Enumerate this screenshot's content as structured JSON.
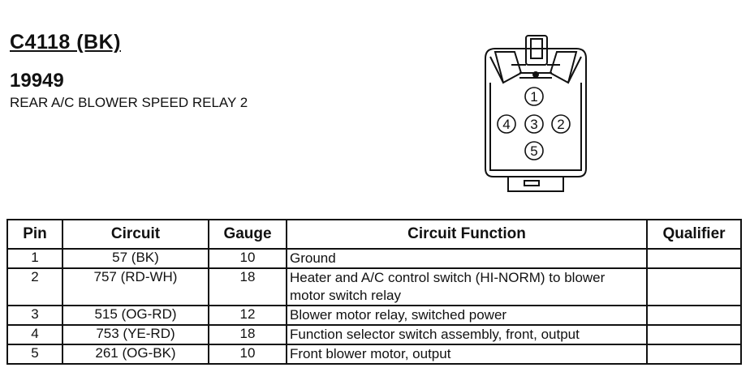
{
  "connector": {
    "id": "C4118 (BK)",
    "part_number": "19949",
    "description": "REAR A/C BLOWER SPEED RELAY 2"
  },
  "diagram": {
    "pins": [
      "1",
      "2",
      "3",
      "4",
      "5"
    ]
  },
  "table": {
    "headers": {
      "pin": "Pin",
      "circuit": "Circuit",
      "gauge": "Gauge",
      "function": "Circuit Function",
      "qualifier": "Qualifier"
    },
    "rows": [
      {
        "pin": "1",
        "circuit": "57 (BK)",
        "gauge": "10",
        "function": "Ground",
        "qualifier": ""
      },
      {
        "pin": "2",
        "circuit": "757 (RD-WH)",
        "gauge": "18",
        "function": "Heater and A/C control switch (HI-NORM) to blower motor switch relay",
        "qualifier": ""
      },
      {
        "pin": "3",
        "circuit": "515 (OG-RD)",
        "gauge": "12",
        "function": "Blower motor relay, switched power",
        "qualifier": ""
      },
      {
        "pin": "4",
        "circuit": "753 (YE-RD)",
        "gauge": "18",
        "function": "Function selector switch assembly, front, output",
        "qualifier": ""
      },
      {
        "pin": "5",
        "circuit": "261 (OG-BK)",
        "gauge": "10",
        "function": "Front blower motor, output",
        "qualifier": ""
      }
    ]
  }
}
